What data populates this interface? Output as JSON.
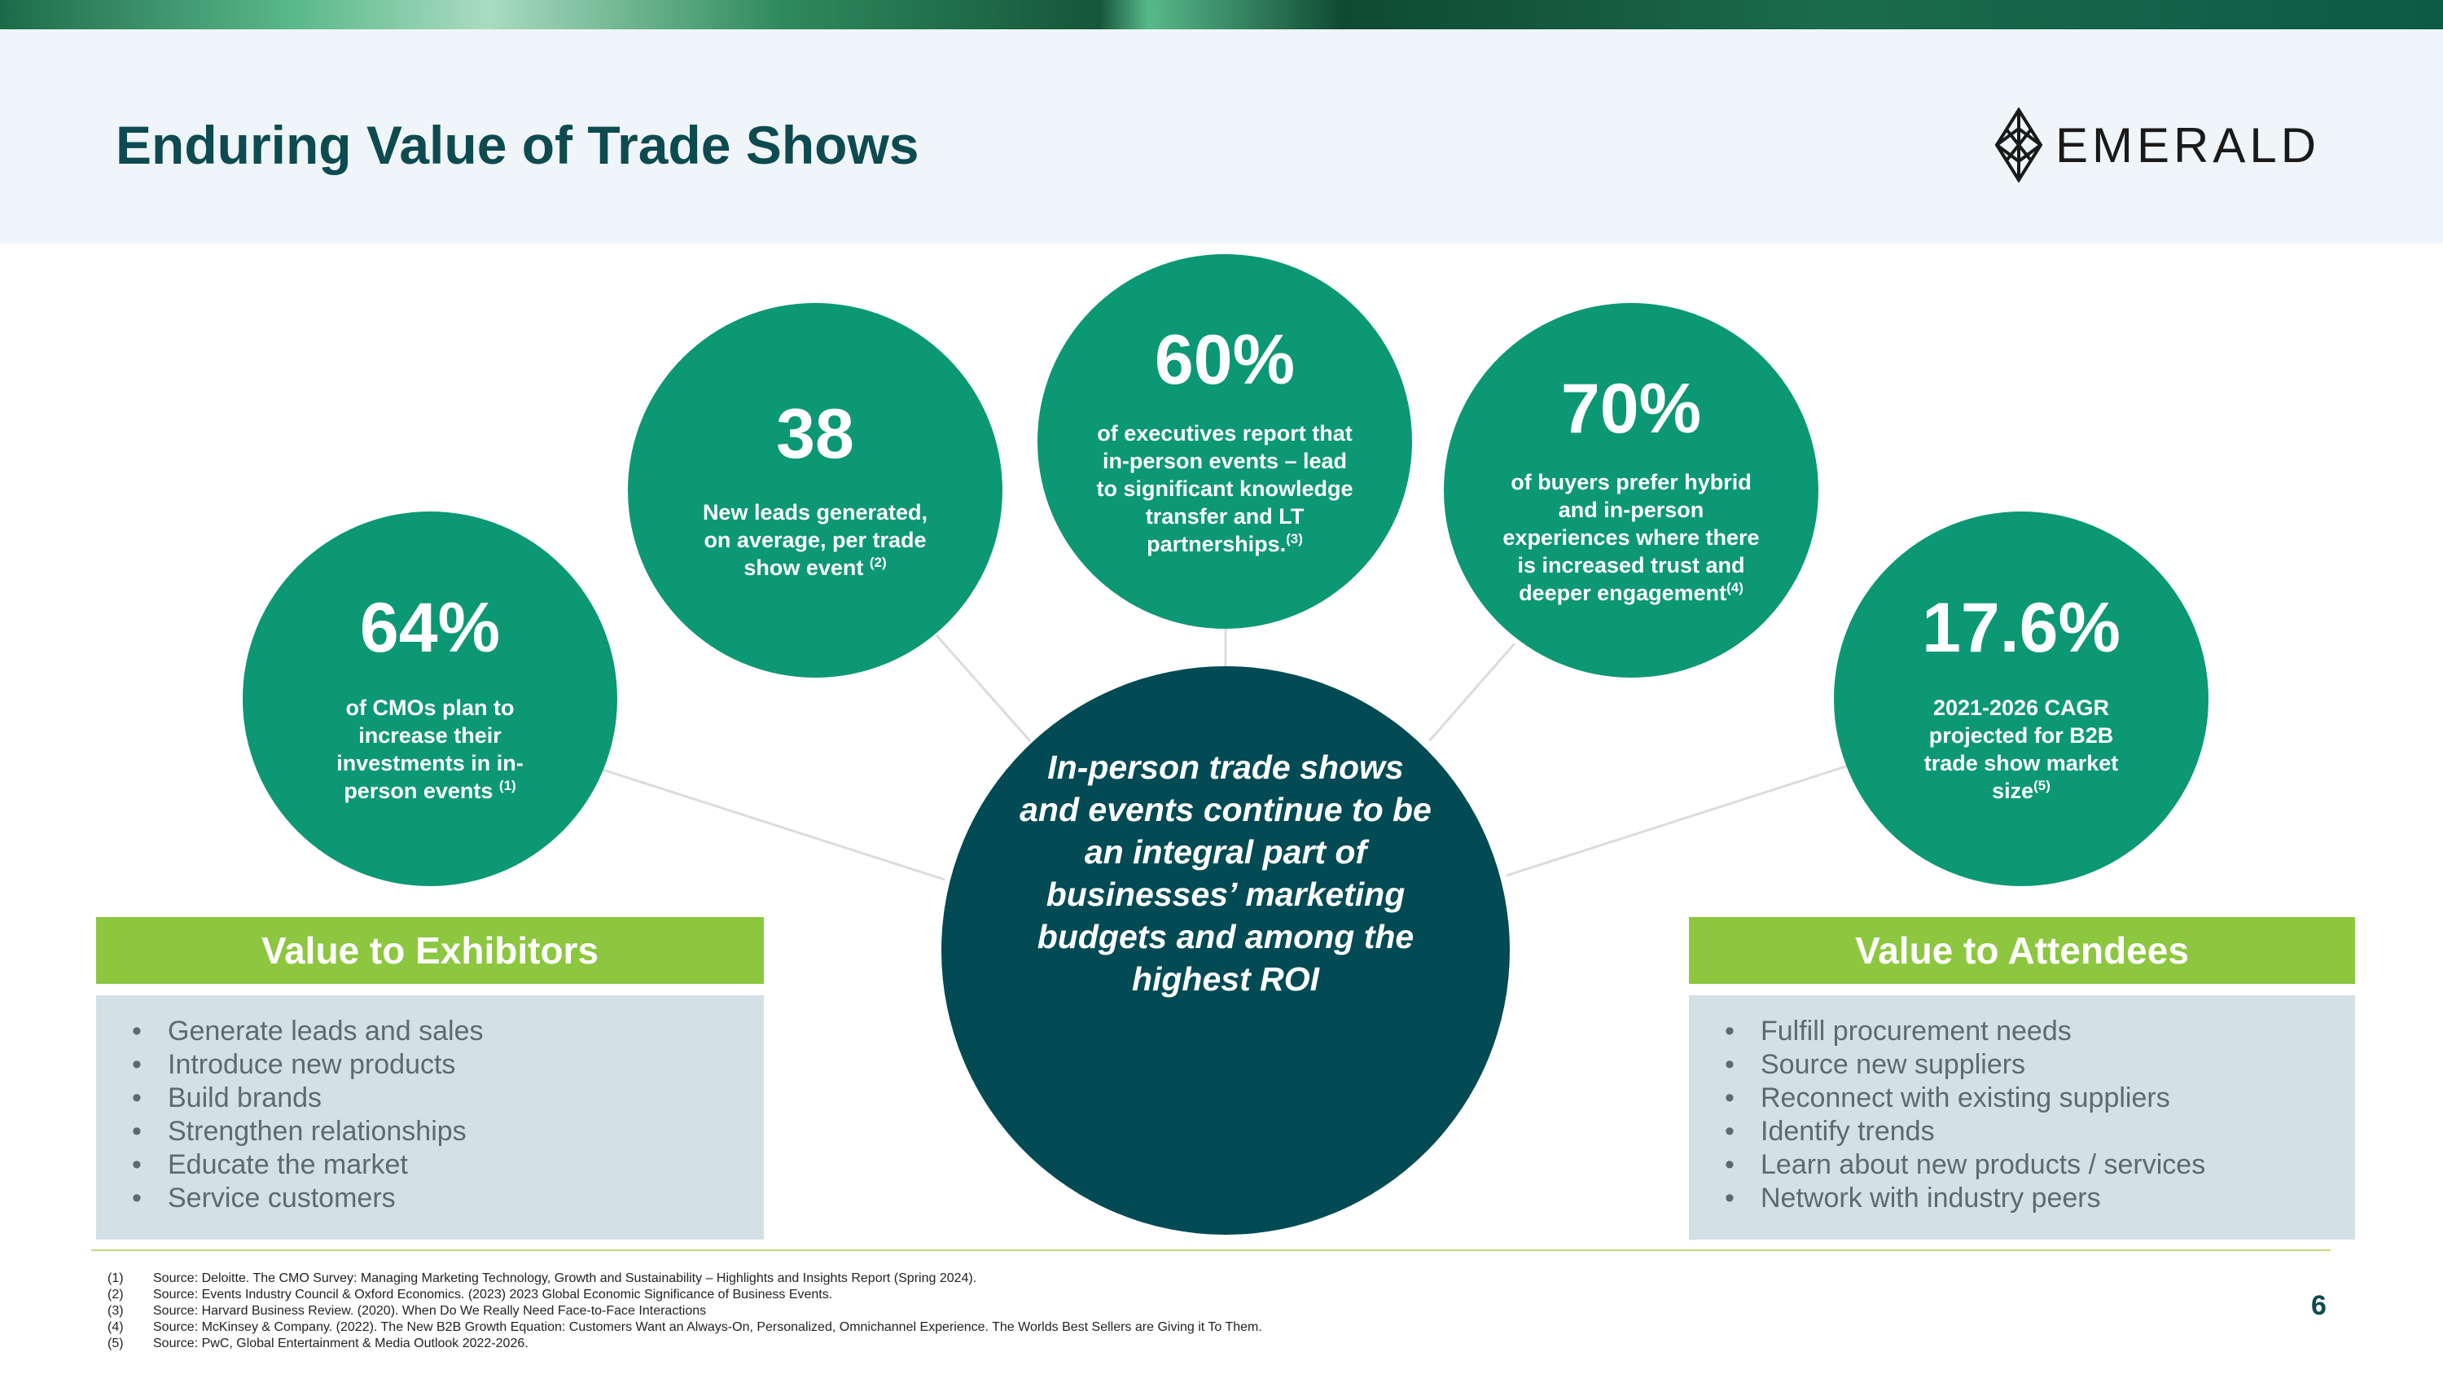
{
  "header": {
    "title": "Enduring Value of Trade Shows",
    "logo_text": "EMERALD"
  },
  "stats": [
    {
      "value": "64%",
      "desc": "of CMOs plan to increase their investments in in-person events",
      "ref": "(1)"
    },
    {
      "value": "38",
      "desc": "New leads generated, on average, per trade show event",
      "ref": "(2)"
    },
    {
      "value": "60%",
      "desc": "of executives report that in-person events – lead to significant knowledge transfer and LT partnerships.",
      "ref": "(3)"
    },
    {
      "value": "70%",
      "desc": "of buyers prefer hybrid and in-person experiences where there is increased trust and deeper engagement",
      "ref": "(4)"
    },
    {
      "value": "17.6%",
      "desc": "2021-2026 CAGR projected for B2B trade show market size",
      "ref": "(5)"
    }
  ],
  "center": {
    "text": "In-person trade shows and events continue to be an integral part of businesses’ marketing budgets and among the highest ROI"
  },
  "exhibitors": {
    "title": "Value to Exhibitors",
    "items": [
      "Generate leads and sales",
      "Introduce new products",
      "Build brands",
      "Strengthen relationships",
      "Educate the market",
      "Service customers"
    ]
  },
  "attendees": {
    "title": "Value to Attendees",
    "items": [
      "Fulfill procurement needs",
      "Source new suppliers",
      "Reconnect with existing suppliers",
      "Identify trends",
      "Learn about new products / services",
      "Network with industry peers"
    ]
  },
  "footnotes": [
    {
      "num": "(1)",
      "text": "Source: Deloitte. The CMO Survey: Managing Marketing Technology, Growth and Sustainability – Highlights and Insights Report (Spring 2024)."
    },
    {
      "num": "(2)",
      "text": "Source: Events Industry Council & Oxford Economics. (2023) 2023 Global Economic Significance of Business Events."
    },
    {
      "num": "(3)",
      "text": "Source: Harvard Business Review. (2020). When Do We Really Need Face-to-Face Interactions"
    },
    {
      "num": "(4)",
      "text": "Source: McKinsey & Company. (2022). The New B2B Growth Equation: Customers Want an Always-On, Personalized, Omnichannel Experience. The Worlds Best Sellers are Giving it To Them."
    },
    {
      "num": "(5)",
      "text": "Source: PwC, Global Entertainment & Media Outlook 2022-2026."
    }
  ],
  "page_number": "6",
  "colors": {
    "title": "#0d4b50",
    "bubble": "#0c9874",
    "center": "#024a54",
    "value_header": "#8dc63f",
    "value_box": "#d3e0e5"
  }
}
